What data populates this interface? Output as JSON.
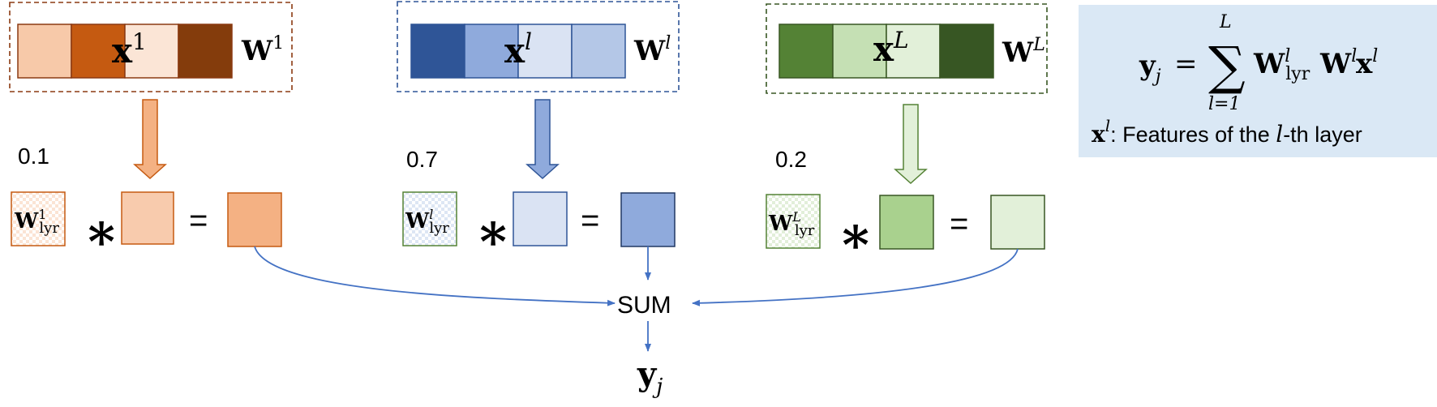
{
  "layers": [
    {
      "feature_symbol": "x",
      "feature_superscript": "1",
      "weight_symbol": "W",
      "weight_superscript": "1",
      "layer_weight_value": "0.1",
      "layer_weight_symbol": "W",
      "layer_weight_superscript": "1",
      "layer_weight_subscript": "lyr",
      "colors": {
        "border": "#8b3a12",
        "cells": [
          "#f7c9a9",
          "#c55a11",
          "#fbe5d6",
          "#843c0c"
        ],
        "arrow": "#f4b183",
        "input_box": "#f8cbad",
        "result_box": "#f4b183",
        "pattern": "#f4b183"
      }
    },
    {
      "feature_symbol": "x",
      "feature_superscript": "l",
      "weight_symbol": "W",
      "weight_superscript": "l",
      "layer_weight_value": "0.7",
      "layer_weight_symbol": "W",
      "layer_weight_superscript": "l",
      "layer_weight_subscript": "lyr",
      "colors": {
        "border": "#2f5597",
        "cells": [
          "#2f5597",
          "#8faadc",
          "#dae3f3",
          "#b4c7e7"
        ],
        "arrow": "#8faadc",
        "input_box": "#dae3f3",
        "result_box": "#8faadc",
        "pattern": "#b4c7e7"
      }
    },
    {
      "feature_symbol": "x",
      "feature_superscript": "L",
      "weight_symbol": "W",
      "weight_superscript": "L",
      "layer_weight_value": "0.2",
      "layer_weight_symbol": "W",
      "layer_weight_superscript": "L",
      "layer_weight_subscript": "lyr",
      "colors": {
        "border": "#385723",
        "cells": [
          "#548235",
          "#c5e0b4",
          "#e2f0d9",
          "#375623"
        ],
        "arrow": "#e2f0d9",
        "input_box": "#a9d18e",
        "result_box": "#e2f0d9",
        "pattern": "#c5e0b4"
      }
    }
  ],
  "operators": {
    "multiply": "∗",
    "equals": "="
  },
  "sum": {
    "label": "SUM",
    "output_symbol": "y",
    "output_subscript": "j",
    "arrow_color": "#4472c4"
  },
  "formula_box": {
    "background": "#dae8f5",
    "lhs_symbol": "y",
    "lhs_subscript": "j",
    "equals": "=",
    "sum_sign": "∑",
    "sum_upper": "L",
    "sum_lower": "l=1",
    "term1_symbol": "W",
    "term1_subscript": "lyr",
    "term1_superscript": "l",
    "term2_symbol": "W",
    "term2_superscript": "l",
    "term3_symbol": "x",
    "term3_superscript": "l",
    "caption_symbol": "x",
    "caption_superscript": "l",
    "caption_part1": ": Features of the ",
    "caption_italic": "l",
    "caption_part2": "-th layer"
  }
}
